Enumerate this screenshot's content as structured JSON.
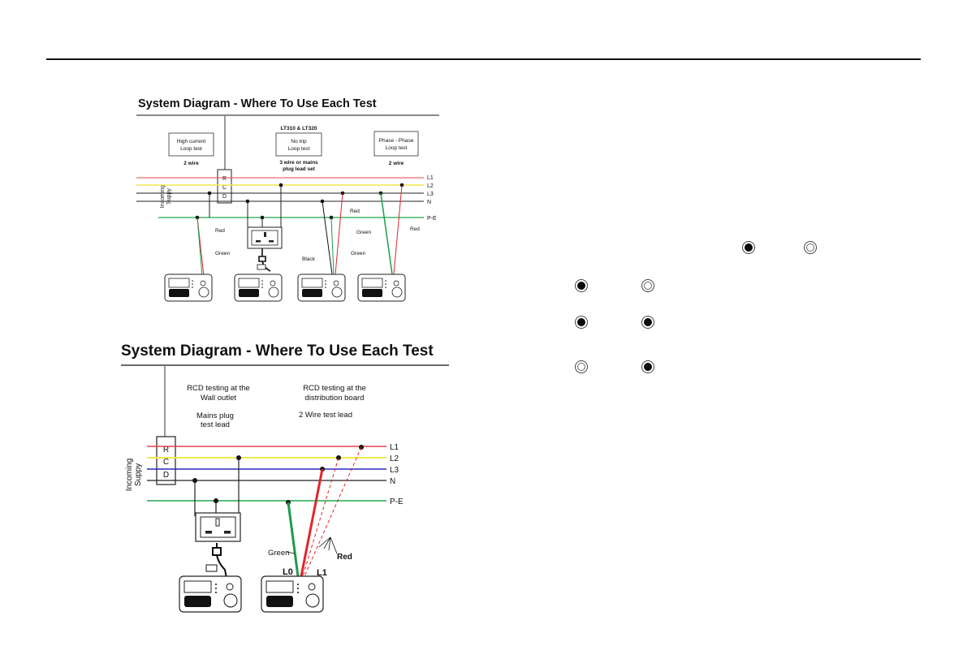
{
  "diagram1": {
    "title": "System Diagram - Where To Use Each Test",
    "incoming": [
      "Incoming",
      "Suppy"
    ],
    "rcd_letters": [
      "R",
      "C",
      "D"
    ],
    "models": "LT310 & LT320",
    "box_high_current": [
      "High current",
      "Loop test"
    ],
    "box_no_trip": [
      "No trip",
      "Loop test"
    ],
    "box_phase": [
      "Phase - Phase",
      "Loop test"
    ],
    "sub_high_current": "2 wire",
    "sub_no_trip": [
      "3 wire or mains",
      "plug lead set"
    ],
    "sub_phase": "2 wire",
    "lines": [
      "L1",
      "L2",
      "L3",
      "N",
      "P-E"
    ],
    "lead_red_1": "Red",
    "lead_green_1": "Green",
    "lead_black": "Black",
    "lead_green_2": "Green",
    "lead_red_2": "Red",
    "lead_green_3": "Green",
    "lead_red_3": "Red"
  },
  "diagram2": {
    "title": "System Diagram - Where To Use Each Test",
    "incoming": [
      "Incoming",
      "Suppy"
    ],
    "rcd_letters": [
      "R",
      "C",
      "D"
    ],
    "wall_heading": [
      "RCD testing at the",
      "Wall outlet"
    ],
    "dist_heading": [
      "RCD testing at the",
      "distribution board"
    ],
    "wall_sub": [
      "Mains plug",
      "test lead"
    ],
    "dist_sub": "2 Wire test lead",
    "lines": [
      "L1",
      "L2",
      "L3",
      "N",
      "P-E"
    ],
    "lead_green": "Green",
    "lead_red": "Red",
    "terminal_l0": "L0",
    "terminal_l1": "L1"
  },
  "indicators": [
    {
      "row": 1,
      "left": "on",
      "right": "off"
    },
    {
      "row": 2,
      "left": "on",
      "right": "off"
    },
    {
      "row": 3,
      "left": "on",
      "right": "on"
    },
    {
      "row": 4,
      "left": "off",
      "right": "on"
    }
  ],
  "colors": {
    "l1": "#e8434b",
    "l2": "#f1e94a",
    "l3": "#2a2ab8",
    "n": "#111111",
    "pe": "#1fa84e",
    "lead_red": "#e0262b",
    "lead_green": "#1c9c4a"
  }
}
